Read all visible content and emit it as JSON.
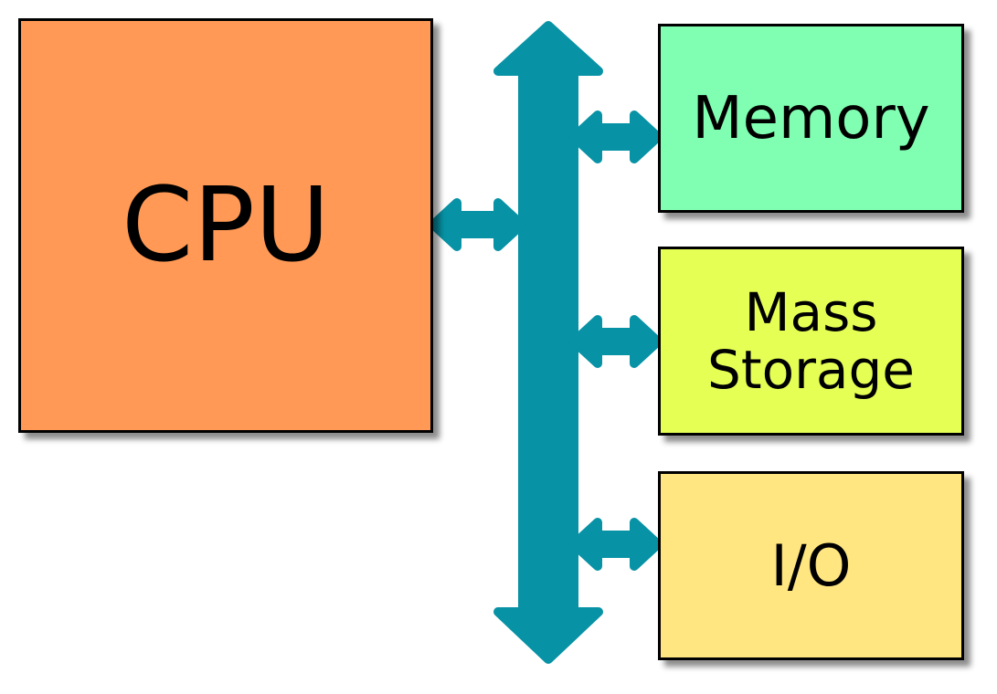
{
  "diagram": {
    "bus_color": "#0792a5",
    "cpu": {
      "label": "CPU",
      "color": "#ff9955"
    },
    "memory": {
      "label": "Memory",
      "color": "#80ffb2"
    },
    "mass_storage": {
      "line1": "Mass",
      "line2": "Storage",
      "color": "#e5ff55"
    },
    "io": {
      "label": "I/O",
      "color": "#ffe680"
    }
  }
}
